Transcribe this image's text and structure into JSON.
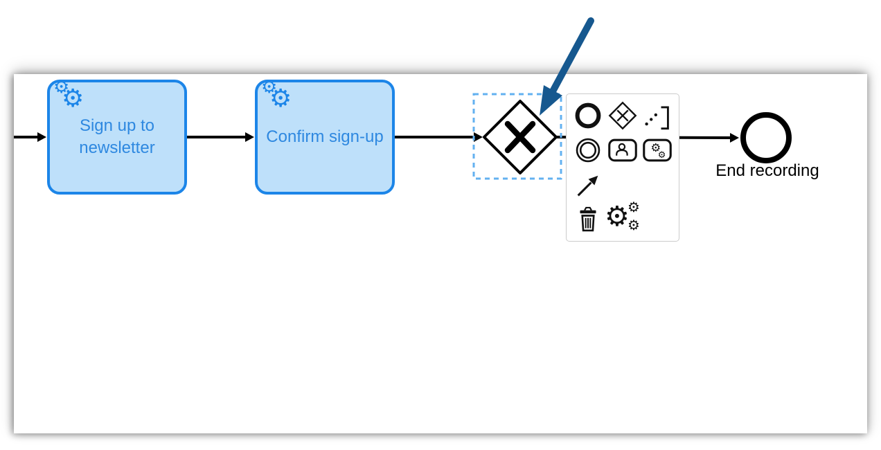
{
  "colors": {
    "task_fill": "#bee0fa",
    "task_border": "#1c85e8",
    "task_text": "#2e88e0",
    "selection": "#63b1f0",
    "flow": "#000000",
    "shape": "#000000",
    "pad_bg": "#ffffff",
    "pad_border": "#cbcbcb",
    "arrow": "#16588f"
  },
  "process": {
    "tasks": [
      {
        "type": "service-task",
        "label": "Sign up to newsletter",
        "lines": [
          "Sign up to",
          "newsletter"
        ]
      },
      {
        "type": "service-task",
        "label": "Confirm sign-up",
        "lines": [
          "Confirm sign-up"
        ]
      }
    ],
    "gateway": {
      "type": "exclusive-gateway",
      "marker": "X",
      "selected": true
    },
    "end_event": {
      "label": "End recording"
    },
    "sequence_flow_count": 4
  },
  "context_pad": {
    "entries": [
      {
        "action": "append-end-event",
        "icon": "end-event-icon"
      },
      {
        "action": "append-gateway",
        "icon": "gateway-icon"
      },
      {
        "action": "append-text-annotation",
        "icon": "text-annotation-icon"
      },
      {
        "action": "append-intermediate-event",
        "icon": "intermediate-event-icon"
      },
      {
        "action": "append-user-task",
        "icon": "user-task-icon"
      },
      {
        "action": "append-service-task",
        "icon": "service-task-icon"
      },
      {
        "action": "connect",
        "icon": "connect-arrow-icon"
      },
      {
        "action": "delete",
        "icon": "trash-icon"
      },
      {
        "action": "change-element",
        "icon": "gears-icon"
      }
    ],
    "gear_glyph": "⚙"
  }
}
